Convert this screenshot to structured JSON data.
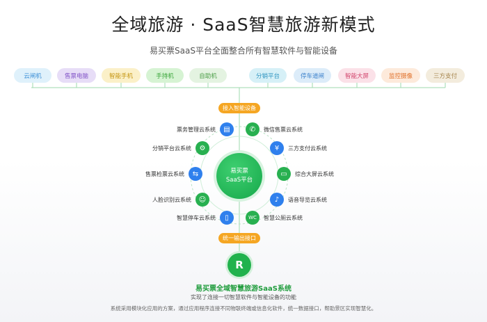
{
  "title": "全域旅游 · SaaS智慧旅游新模式",
  "subtitle": "易买票SaaS平台全面整合所有智慧软件与智能设备",
  "devices": [
    {
      "label": "云闸机",
      "bg": "#dff1fb",
      "color": "#3c8fd6"
    },
    {
      "label": "售票电脑",
      "bg": "#e7ddf7",
      "color": "#8457c8"
    },
    {
      "label": "智能手机",
      "bg": "#fbf0c8",
      "color": "#c49410"
    },
    {
      "label": "手持机",
      "bg": "#d6f3d3",
      "color": "#3aa63a"
    },
    {
      "label": "自助机",
      "bg": "#e4f3e1",
      "color": "#4c9e48"
    },
    {
      "label": "分销平台",
      "bg": "#d6f0f7",
      "color": "#2f95c0"
    },
    {
      "label": "停车道闸",
      "bg": "#dcecf9",
      "color": "#3d82cc"
    },
    {
      "label": "智能大屏",
      "bg": "#fbe1e8",
      "color": "#d2456d"
    },
    {
      "label": "监控摄像",
      "bg": "#fdeadb",
      "color": "#e0702a"
    },
    {
      "label": "三方支付",
      "bg": "#f3ecdd",
      "color": "#a6854d"
    }
  ],
  "top_tag": "接入智能设备",
  "bottom_tag": "统一输出接口",
  "center": {
    "line1": "易买票",
    "line2": "SaaS平台"
  },
  "left_systems": [
    {
      "label": "票务管理云系统",
      "icon": "▤"
    },
    {
      "label": "分销平台云系统",
      "icon": "⚙"
    },
    {
      "label": "售票检票云系统",
      "icon": "⇆"
    },
    {
      "label": "人脸识别云系统",
      "icon": "☺"
    },
    {
      "label": "智慧停车云系统",
      "icon": "▯"
    }
  ],
  "right_systems": [
    {
      "label": "微信售票云系统",
      "icon": "✆"
    },
    {
      "label": "三方支付云系统",
      "icon": "¥"
    },
    {
      "label": "综合大屏云系统",
      "icon": "▭"
    },
    {
      "label": "语音导览云系统",
      "icon": "♪"
    },
    {
      "label": "智慧公厕云系统",
      "icon": "WC"
    }
  ],
  "bottom_icon_text": "R",
  "bottom_title": "易买票全域智慧旅游SaaS系统",
  "bottom_sub": "实现了连接一切智慧软件与智能设备的功能",
  "bottom_desc": "系统采用模块化应用的方案，通过应用程序连接不同物联终端或信息化软件，统一数据接口，帮助景区实现智慧化。"
}
